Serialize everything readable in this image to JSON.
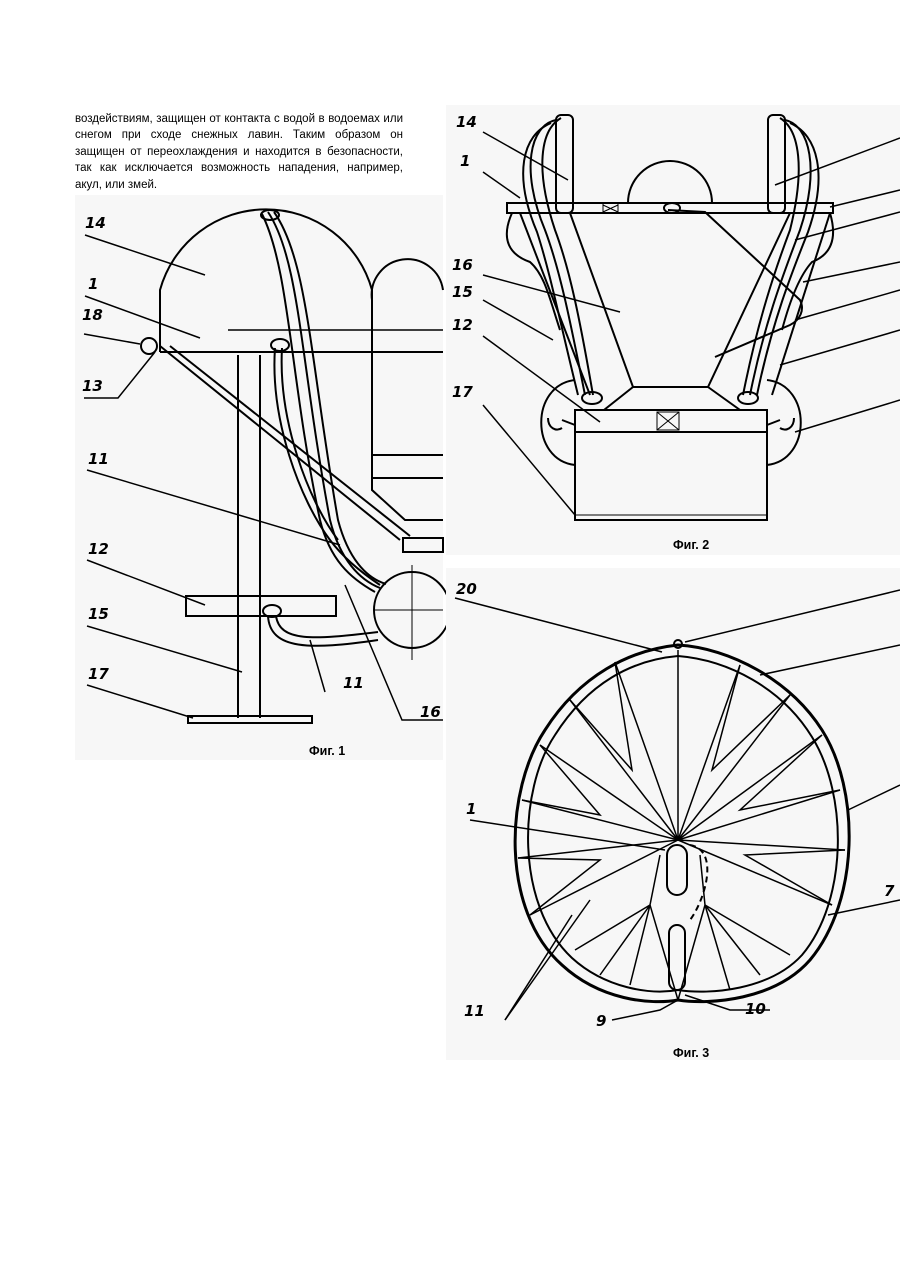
{
  "page": {
    "paragraph": "воздействиям, защищен от контакта с водой в водоемах или снегом при сходе снежных лавин. Таким образом он защищен от переохлаждения и находится в безопасности, так как исключается возможность нападения, например, акул, или змей."
  },
  "fig1": {
    "caption": "Фиг. 1",
    "labels": [
      "14",
      "1",
      "18",
      "13",
      "11",
      "12",
      "15",
      "17",
      "11",
      "16"
    ]
  },
  "fig2": {
    "caption": "Фиг. 2",
    "labels": [
      "14",
      "1",
      "16",
      "15",
      "12",
      "17"
    ]
  },
  "fig3": {
    "caption": "Фиг. 3",
    "labels": [
      "20",
      "1",
      "11",
      "9",
      "10",
      "7"
    ]
  }
}
